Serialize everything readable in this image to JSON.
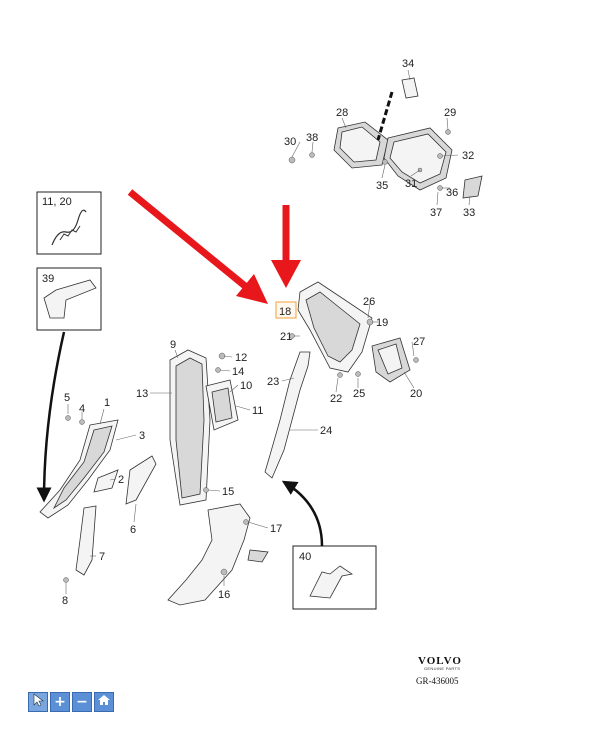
{
  "callouts": [
    "34",
    "28",
    "29",
    "30",
    "38",
    "32",
    "35",
    "31",
    "36",
    "37",
    "33",
    "26",
    "19",
    "27",
    "21",
    "20",
    "25",
    "22",
    "23",
    "24",
    "9",
    "12",
    "14",
    "10",
    "11",
    "13",
    "15",
    "17",
    "16",
    "1",
    "5",
    "4",
    "3",
    "2",
    "6",
    "7",
    "8"
  ],
  "boxes": {
    "box_a": "11, 20",
    "box_b": "39",
    "box_c": "40"
  },
  "highlight": "18",
  "brand": {
    "name": "VOLVO",
    "sub": "GENUINE PARTS",
    "code": "GR-436005"
  },
  "toolbar": {
    "select_icon": "cursor-icon",
    "zoom_in_label": "+",
    "zoom_out_label": "−",
    "home_icon": "home-icon"
  },
  "colors": {
    "arrow": "#e8171c",
    "highlight_border": "#f0a23a",
    "toolbar": "#5b8fd6"
  }
}
